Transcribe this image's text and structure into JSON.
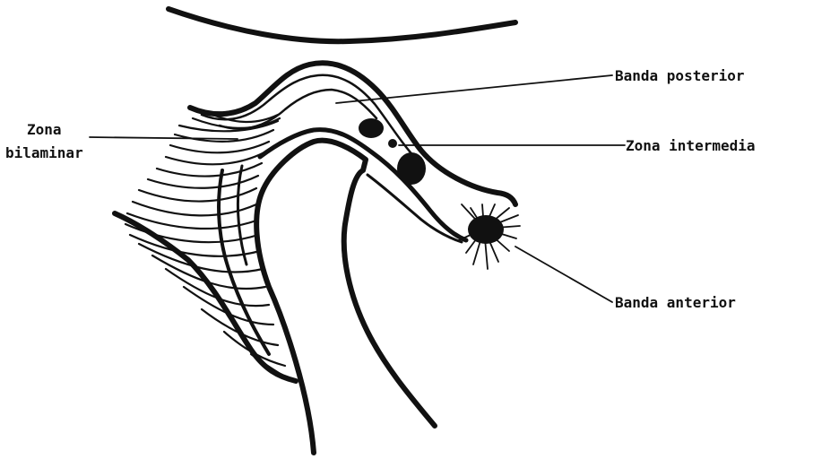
{
  "labels": {
    "banda_posterior": "Banda posterior",
    "zona_intermedia": "Zona intermedia",
    "banda_anterior": "Banda anterior",
    "zona_bilaminar_line1": "Zona",
    "zona_bilaminar_line2": "bilaminar"
  },
  "colors": {
    "ink": "#111111",
    "background": "#ffffff"
  }
}
